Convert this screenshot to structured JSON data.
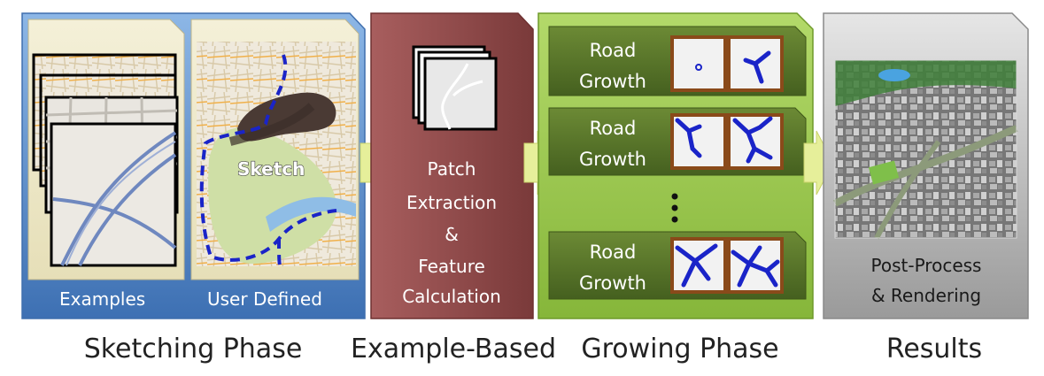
{
  "phases": {
    "sketching": "Sketching Phase",
    "example": "Example-Based",
    "growing": "Growing Phase",
    "results": "Results"
  },
  "sketching_panel": {
    "examples_label": "Examples",
    "user_defined_label": "User Defined",
    "sketch_label": "Sketch"
  },
  "example_panel": {
    "lines": [
      "Patch",
      "Extraction",
      "&",
      "Feature",
      "Calculation"
    ]
  },
  "growing_panel": {
    "rows": [
      {
        "line1": "Road",
        "line2": "Growth"
      },
      {
        "line1": "Road",
        "line2": "Growth"
      },
      {
        "line1": "Road",
        "line2": "Growth"
      }
    ]
  },
  "results_panel": {
    "line1": "Post-Process",
    "line2": "& Rendering"
  },
  "colors": {
    "blue_panel": "#5b8fcb",
    "maroon_panel": "#8d4a4a",
    "green_panel": "#8fbf3f",
    "green_row": "#55702a",
    "gray_panel": "#b8b8b8",
    "arrow": "#e6ef9a",
    "stroke_blue": "#1a24c8"
  }
}
